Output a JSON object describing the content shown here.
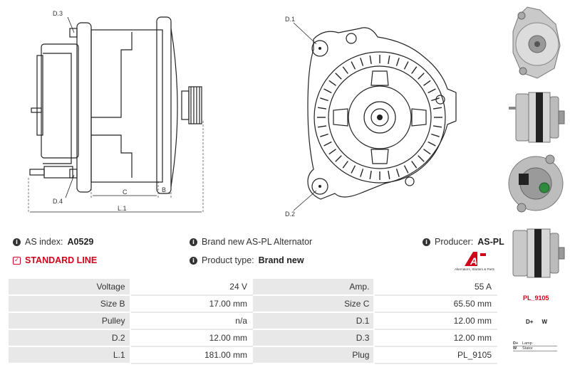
{
  "drawing": {
    "labels": {
      "d3": "D.3",
      "d4": "D.4",
      "c": "C",
      "b": "B",
      "l1": "L.1",
      "d1": "D.1",
      "d2": "D.2"
    }
  },
  "info": {
    "as_index_label": "AS index:",
    "as_index_value": "A0529",
    "brand_text": "Brand new AS-PL Alternator",
    "producer_label": "Producer:",
    "producer_value": "AS-PL",
    "standard_line": "STANDARD LINE",
    "product_type_label": "Product type:",
    "product_type_value": "Brand new",
    "info_icon": "i",
    "check_icon": "✓"
  },
  "logo": {
    "text": "AS",
    "subtitle": "Alternators, Starters & Parts",
    "color": "#d0021b"
  },
  "specs": [
    [
      "Voltage",
      "24 V",
      "Amp.",
      "55 A"
    ],
    [
      "Size B",
      "17.00 mm",
      "Size C",
      "65.50 mm"
    ],
    [
      "Pulley",
      "n/a",
      "D.1",
      "12.00 mm"
    ],
    [
      "D.2",
      "12.00 mm",
      "D.3",
      "12.00 mm"
    ],
    [
      "L.1",
      "181.00 mm",
      "Plug",
      "PL_9105"
    ]
  ],
  "thumbs": {
    "plug_code": "PL_9105",
    "pin_d": "D+",
    "pin_w": "W",
    "legend": [
      [
        "D+",
        "Lamp"
      ],
      [
        "W",
        "Stator"
      ]
    ]
  }
}
